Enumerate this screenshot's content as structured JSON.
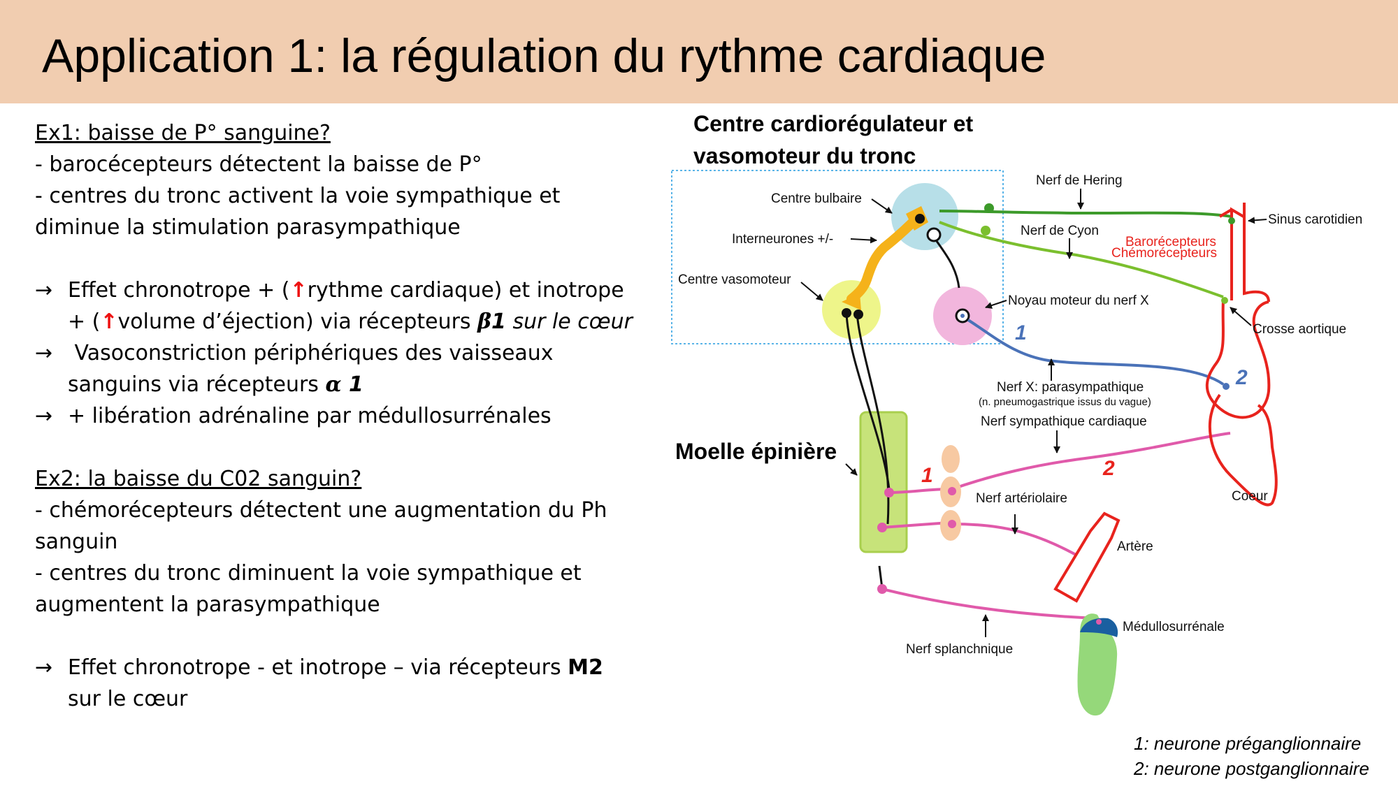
{
  "title": "Application 1: la régulation du rythme cardiaque",
  "left": {
    "ex1_heading": "Ex1: baisse de P° sanguine?",
    "ex1_l1": "- barocécepteurs détectent la baisse de P°",
    "ex1_l2": "- centres du tronc activent la voie sympathique et",
    "ex1_l3": "diminue la stimulation parasympathique",
    "eff1_a": "Effet chronotrope + (",
    "eff1_b": "rythme cardiaque) et  inotrope",
    "eff1_c": "+ (",
    "eff1_d": "volume d’éjection) via récepteurs ",
    "beta": "β",
    "beta_num": "1",
    "eff1_e": " sur le cœur",
    "vaso1": " Vasoconstriction périphériques des vaisseaux",
    "vaso2_a": "sanguins via récepteurs ",
    "alpha": "α",
    "alpha_num": " 1",
    "adre": "+ libération adrénaline par médullosurrénales",
    "ex2_heading": "Ex2: la baisse du C02 sanguin?",
    "ex2_l1": "- chémorécepteurs détectent une augmentation du Ph",
    "ex2_l2": "sanguin",
    "ex2_l3": "- centres du tronc diminuent la voie sympathique et",
    "ex2_l4": "augmentent la parasympathique",
    "eff2_a": "Effet chronotrope - et  inotrope – via récepteurs ",
    "eff2_b": "M2",
    "eff2_c": "sur le cœur"
  },
  "diagram": {
    "heading1": "Centre cardiorégulateur et",
    "heading2": "vasomoteur  du tronc",
    "moelle": "Moelle épinière",
    "centre_bulbaire": "Centre bulbaire",
    "interneurones": "Interneurones +/-",
    "centre_vasomoteur": "Centre vasomoteur",
    "nerf_hering": "Nerf de Hering",
    "nerf_cyon": "Nerf de Cyon",
    "sinus": "Sinus carotidien",
    "barorecepteurs": "Barorécepteurs",
    "chemorecepteurs": "Chémorécepteurs",
    "noyau": "Noyau moteur du nerf X",
    "crosse": "Crosse aortique",
    "nerf_x": "Nerf X: parasympathique",
    "nerf_x_sub": "(n. pneumogastrique issus du vague)",
    "nerf_symp": "Nerf sympathique cardiaque",
    "coeur": "Coeur",
    "nerf_art": "Nerf artériolaire",
    "artere": "Artère",
    "nerf_splanch": "Nerf splanchnique",
    "medullo": "Médullosurrénale",
    "num1_blue": "1",
    "num2_blue": "2",
    "num1_red": "1",
    "num2_red": "2",
    "colors": {
      "sympathetic": "#e05aaa",
      "parasympathetic": "#4a72b8",
      "afferent_hering": "#3c9a2a",
      "afferent_cyon": "#7bbf2e",
      "vessel": "#e8231d",
      "interneuron": "#f5b21a"
    }
  },
  "legend": {
    "l1": "1: neurone préganglionnaire",
    "l2": "2: neurone postganglionnaire"
  }
}
